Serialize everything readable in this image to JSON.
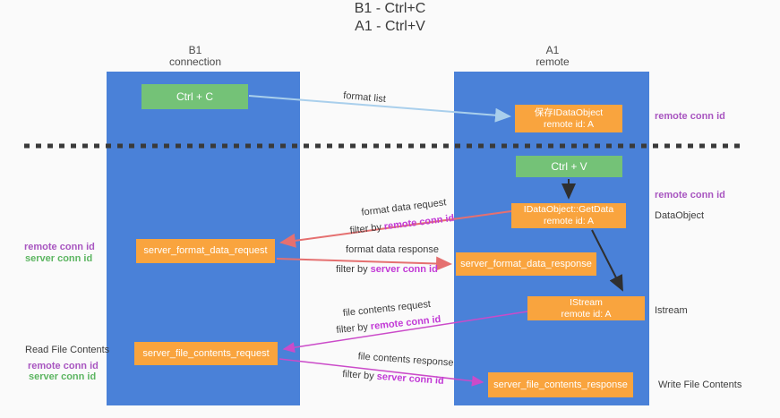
{
  "title": {
    "line1": "B1 - Ctrl+C",
    "line2": "A1 - Ctrl+V"
  },
  "columns": {
    "left": {
      "name": "B1",
      "sub": "connection"
    },
    "right": {
      "name": "A1",
      "sub": "remote"
    }
  },
  "nodes": {
    "ctrl_c": "Ctrl + C",
    "ctrl_v": "Ctrl + V",
    "save_dataobject": {
      "line1": "保存IDataObject",
      "line2": "remote id: A"
    },
    "getdata": {
      "line1": "IDataObject::GetData",
      "line2": "remote id: A"
    },
    "istream": {
      "line1": "IStream",
      "line2": "remote id: A"
    },
    "format_request": "server_format_data_request",
    "format_response": "server_format_data_response",
    "file_request": "server_file_contents_request",
    "file_response": "server_file_contents_response"
  },
  "labels": {
    "format_list": "format list",
    "format_data_request": "format data request",
    "format_data_response": "format data response",
    "file_contents_request": "file contents request",
    "file_contents_response": "file contents response",
    "filter_by": "filter by",
    "remote_conn_id": "remote conn id",
    "server_conn_id": "server conn id",
    "dataobject": "DataObject",
    "istream_side": "Istream",
    "read_file_contents": "Read File Contents",
    "write_file_contents": "Write File Contents"
  },
  "colors": {
    "column_blue": "#4a81d8",
    "node_orange": "#f9a43e",
    "node_green": "#74c277",
    "accent_purple": "#a855c0",
    "accent_green": "#5cb561",
    "accent_magenta": "#c23ad6",
    "arrow_salmon": "#e57070",
    "arrow_magenta": "#cb4bc9",
    "arrow_light_blue": "#a9cfec",
    "arrow_black": "#2f2f2f",
    "dashed_divider": "#3a3a3a"
  }
}
